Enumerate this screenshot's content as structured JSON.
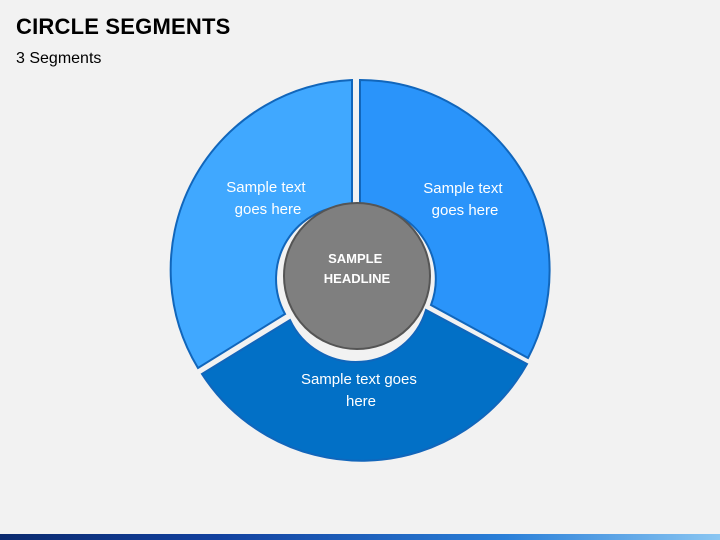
{
  "slide": {
    "title": "CIRCLE SEGMENTS",
    "subtitle": "3 Segments"
  },
  "diagram": {
    "hub_label_line1": "SAMPLE",
    "hub_label_line2": "HEADLINE",
    "segments": [
      {
        "line1": "Sample text",
        "line2": "goes here",
        "color": "#40a8ff"
      },
      {
        "line1": "Sample text",
        "line2": "goes here",
        "color": "#2a94fa"
      },
      {
        "line1": "Sample text goes",
        "line2": "here",
        "color": "#0270c6"
      }
    ],
    "hub_color": "#7f7f7f",
    "outline_color": "#1166bb"
  }
}
